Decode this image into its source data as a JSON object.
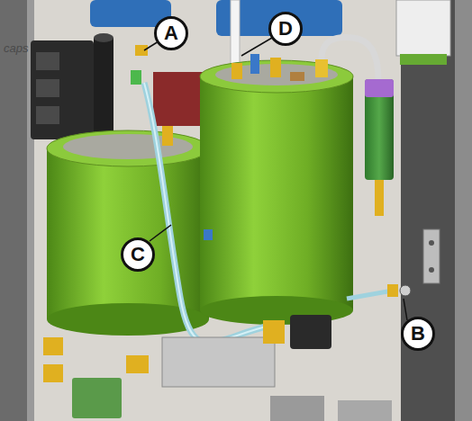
{
  "diagram": {
    "nodes": [
      {
        "text": [
          "A"
        ]
      },
      {
        "text": [
          "D"
        ]
      },
      {
        "text": [
          "C"
        ]
      },
      {
        "text": [
          "B"
        ]
      }
    ],
    "labels": [
      "caps"
    ]
  }
}
